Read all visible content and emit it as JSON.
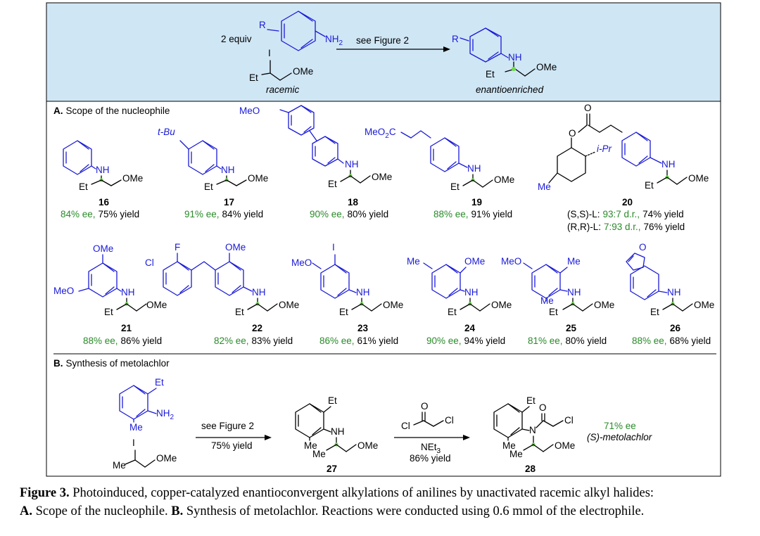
{
  "header": {
    "reagent_r": "R",
    "reagent_nh2": "NH",
    "equiv": "2 equiv",
    "arrow_label": "see Figure 2",
    "electrophile_i": "I",
    "electrophile_et": "Et",
    "electrophile_ome": "OMe",
    "racemic": "racemic",
    "product_r": "R",
    "product_nh": "NH",
    "product_et": "Et",
    "product_ome": "OMe",
    "enantioenriched": "enantioenriched"
  },
  "sectionA": {
    "letter": "A.",
    "title": "Scope of the nucleophile",
    "compounds": [
      {
        "num": "16",
        "ee": "84% ee,",
        "yield": "75% yield",
        "subs": []
      },
      {
        "num": "17",
        "ee": "91% ee,",
        "yield": "84% yield",
        "subs": [
          "t-Bu"
        ]
      },
      {
        "num": "18",
        "ee": "90% ee,",
        "yield": "80% yield",
        "subs": [
          "MeO"
        ]
      },
      {
        "num": "19",
        "ee": "88% ee,",
        "yield": "91% yield",
        "subs": [
          "MeO2C"
        ]
      },
      {
        "num": "21",
        "ee": "88% ee,",
        "yield": "86% yield",
        "subs": [
          "OMe",
          "MeO"
        ]
      },
      {
        "num": "22",
        "ee": "82% ee,",
        "yield": "83% yield",
        "subs": [
          "F",
          "Cl",
          "OMe"
        ]
      },
      {
        "num": "23",
        "ee": "86% ee,",
        "yield": "61% yield",
        "subs": [
          "I",
          "MeO"
        ]
      },
      {
        "num": "24",
        "ee": "90% ee,",
        "yield": "94% yield",
        "subs": [
          "Me",
          "OMe"
        ]
      },
      {
        "num": "25",
        "ee": "81% ee,",
        "yield": "80% yield",
        "subs": [
          "MeO",
          "Me",
          "Me"
        ]
      },
      {
        "num": "26",
        "ee": "88% ee,",
        "yield": "68% yield",
        "subs": [
          "O"
        ]
      }
    ],
    "c20": {
      "num": "20",
      "line1_prefix": "(S,S)-L:",
      "line1_dr": "93:7 d.r.,",
      "line1_yield": "74% yield",
      "line2_prefix": "(R,R)-L:",
      "line2_dr": "7:93 d.r.,",
      "line2_yield": "76% yield",
      "o_label": "O",
      "ipr": "i-Pr",
      "me": "Me"
    },
    "nh": "NH",
    "et": "Et",
    "ome": "OMe"
  },
  "sectionB": {
    "letter": "B.",
    "title": "Synthesis of metolachlor",
    "sm_et": "Et",
    "sm_nh2": "NH",
    "sm_me": "Me",
    "elec_i": "I",
    "elec_me": "Me",
    "elec_ome": "OMe",
    "arrow1_top": "see Figure 2",
    "arrow1_bottom": "75% yield",
    "p27_et": "Et",
    "p27_nh": "NH",
    "p27_me": "Me",
    "p27_me2": "Me",
    "p27_ome": "OMe",
    "p27_num": "27",
    "acyl_o": "O",
    "acyl_cl1": "Cl",
    "acyl_cl2": "Cl",
    "net3": "NEt",
    "arrow2_bottom": "86% yield",
    "p28_et": "Et",
    "p28_n": "N",
    "p28_o": "O",
    "p28_cl": "Cl",
    "p28_me": "Me",
    "p28_me2": "Me",
    "p28_ome": "OMe",
    "p28_num": "28",
    "ee": "71% ee",
    "name": "(S)-metolachlor"
  },
  "caption": {
    "fig": "Figure 3.",
    "text1": "Photoinduced, copper-catalyzed enantioconvergent alkylations of anilines by unactivated racemic alkyl halides:",
    "a_letter": "A.",
    "a_text": "Scope of the nucleophile.",
    "b_letter": "B.",
    "b_text": "Synthesis of metolachlor. Reactions were conducted using 0.6 mmol of the electrophile."
  },
  "colors": {
    "header_bg": "#cfe6f5",
    "nucleophile": "#1a1ad6",
    "ee_green": "#2a8a2a",
    "stereo_green": "#6ddc4a"
  }
}
